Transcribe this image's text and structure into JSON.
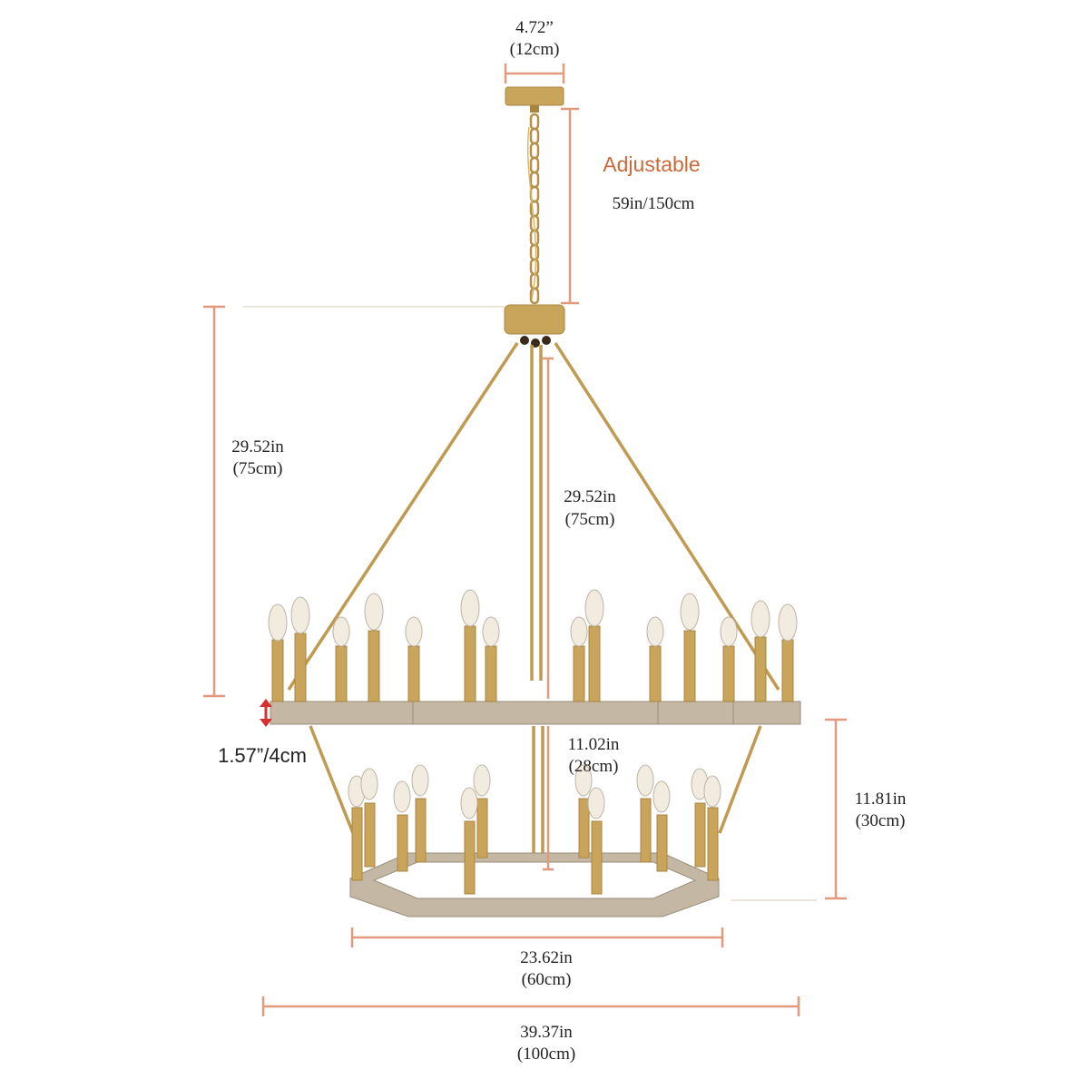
{
  "colors": {
    "dimension_line": "#e2997c",
    "brass": "#c9a55b",
    "brass_dark": "#a98440",
    "wood": "#c4b8a4",
    "bulb": "#f2ece0",
    "accent_text": "#c96a3a"
  },
  "labels": {
    "canopy_width_in": "4.72”",
    "canopy_width_cm": "(12cm)",
    "adjustable": "Adjustable",
    "chain_length": "59in/150cm",
    "upper_height_in": "29.52in",
    "upper_height_cm": "(75cm)",
    "rod_height_in": "29.52in",
    "rod_height_cm": "(75cm)",
    "ring_thickness": "1.57”/4cm",
    "tier_gap_in": "11.02in",
    "tier_gap_cm": "(28cm)",
    "lower_height_in": "11.81in",
    "lower_height_cm": "(30cm)",
    "lower_width_in": "23.62in",
    "lower_width_cm": "(60cm)",
    "upper_width_in": "39.37in",
    "upper_width_cm": "(100cm)"
  },
  "icons": [
    "chandelier-illustration",
    "dimension-arrow-icon"
  ]
}
